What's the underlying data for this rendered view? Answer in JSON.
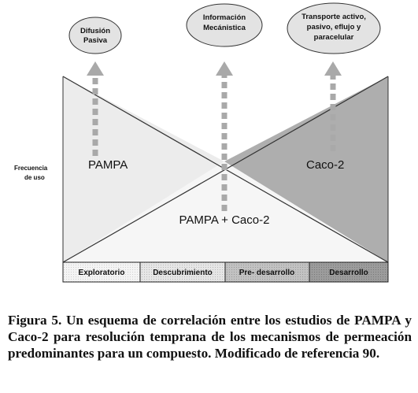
{
  "axis_label": [
    "Frecuencia",
    "de uso"
  ],
  "regions": {
    "left": "PAMPA",
    "right": "Caco-2",
    "bottom": "PAMPA + Caco-2"
  },
  "bubbles": [
    {
      "lines": [
        "Difusión",
        "Pasiva"
      ]
    },
    {
      "lines": [
        "Información",
        "Mecánistica"
      ]
    },
    {
      "lines": [
        "Transporte activo,",
        "pasivo, eflujo y",
        "paracelular"
      ]
    }
  ],
  "stages": [
    "Exploratorio",
    "Descubrimiento",
    "Pre- desarrollo",
    "Desarrollo"
  ],
  "colors": {
    "left_triangle": "#ececec",
    "right_triangle": "#aeaeae",
    "bottom_triangle": "#f6f6f6",
    "arrow": "#a9a9a9"
  },
  "caption": "Figura 5. Un esquema de correlación entre los estudios de PAMPA y Caco-2 para resolución temprana de los mecanismos de permeación predominantes para un compuesto. Modificado de referencia 90."
}
